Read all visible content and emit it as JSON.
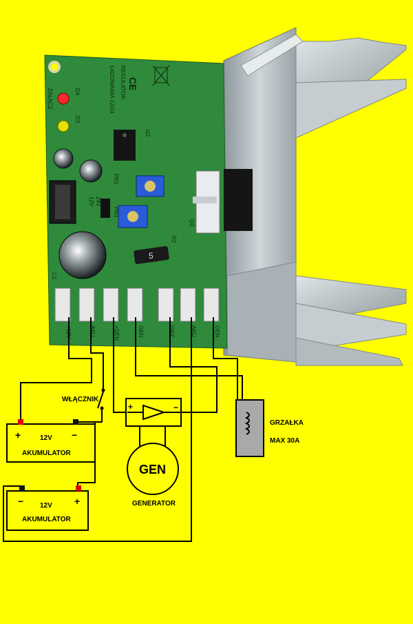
{
  "colors": {
    "background": "#ffff00",
    "pcb": "#2f8a3c",
    "heatsink": "#b9c2c6",
    "wire": "#000000",
    "battery_fill": "#ffff00",
    "heater_fill": "#a9a9a9",
    "terminal_red": "#e00000",
    "led_red": "#ff2a2a",
    "led_yellow": "#e6e200"
  },
  "board": {
    "title_line1": "REGULATOR",
    "title_line2": "ŁADOWANIA 12/24",
    "led_label_red": "D4",
    "led_label_yellow": "D3",
    "side_text_1": "ZAŁĄCZ",
    "side_text_2": "12V",
    "side_text_3": "24V",
    "ic_label": "U2",
    "pot1_label": "PR2",
    "pot2_label": "PR1",
    "diode_label": "D2",
    "diode_body": "5",
    "cap_label": "C1",
    "transistor_label": "Q2",
    "terminal_labels": [
      "+12V",
      "AKU",
      "+GEN",
      "GEN",
      "GRZ",
      "AKU",
      "GEN"
    ]
  },
  "components": {
    "switch_label": "WŁĄCZNIK",
    "battery1": {
      "voltage": "12V",
      "name": "AKUMULATOR",
      "plus": "+",
      "minus": "−"
    },
    "battery2": {
      "voltage": "12V",
      "name": "AKUMULATOR",
      "plus": "+",
      "minus": "−"
    },
    "generator_symbol": "GEN",
    "generator_label": "GENERATOR",
    "heater_line1": "GRZAŁKA",
    "heater_line2": "MAX 30A",
    "amp_plus": "+",
    "amp_minus": "−"
  }
}
